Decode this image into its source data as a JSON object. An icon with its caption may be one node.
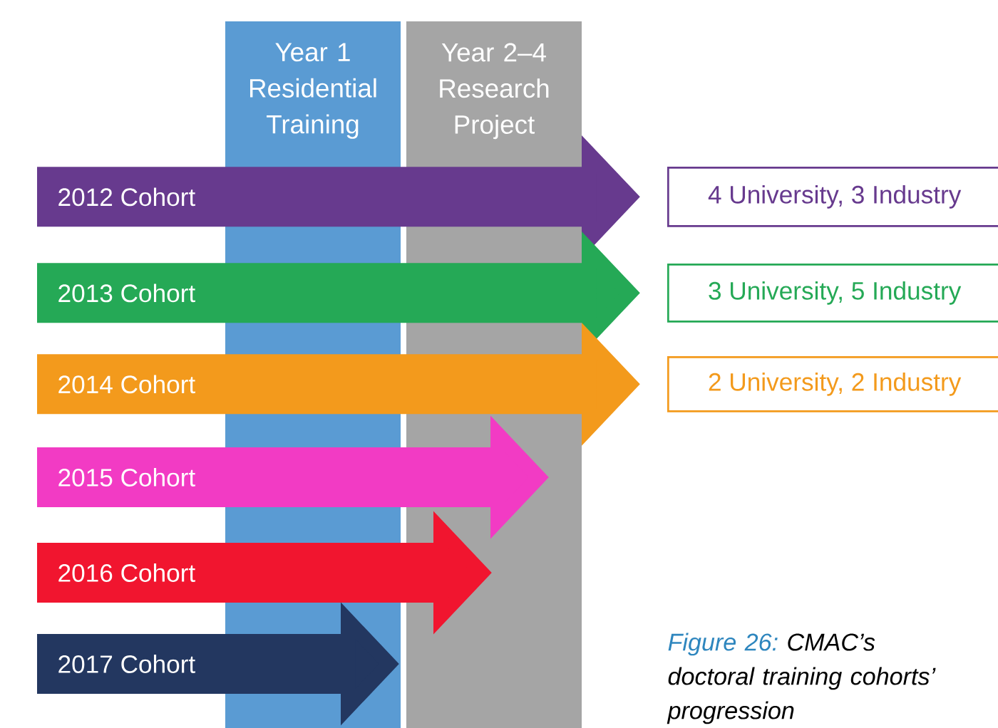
{
  "diagram": {
    "caption": "CMAC’s doctoral training cohorts’ progression",
    "nodes": [
      {
        "text": [
          "Year 1 Residential Training"
        ]
      },
      {
        "text": [
          "Year 2–4 Research Project"
        ]
      },
      {
        "text": [
          "4 University, 3 Industry"
        ]
      },
      {
        "text": [
          "3 University, 5 Industry"
        ]
      },
      {
        "text": [
          "2 University, 2 Industry"
        ]
      }
    ],
    "edges": [
      {
        "from": null,
        "to": 2,
        "arrow": "to",
        "label": "2012 Cohort",
        "color": "#673a8e"
      },
      {
        "from": null,
        "to": 3,
        "arrow": "to",
        "label": "2013 Cohort",
        "color": "#25a956"
      },
      {
        "from": null,
        "to": 4,
        "arrow": "to",
        "label": "2014 Cohort",
        "color": "#f39a1c"
      },
      {
        "from": null,
        "to": 1,
        "arrow": "to",
        "label": "2015 Cohort",
        "color": "#f23bc4"
      },
      {
        "from": null,
        "to": 1,
        "arrow": "to",
        "label": "2016 Cohort",
        "color": "#f1152f"
      },
      {
        "from": null,
        "to": 0,
        "arrow": "to",
        "label": "2017 Cohort",
        "color": "#233760"
      }
    ],
    "labels": [
      "Figure 26:"
    ]
  }
}
